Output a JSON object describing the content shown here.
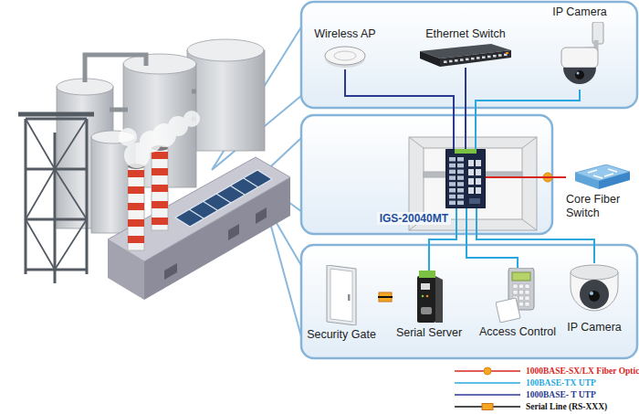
{
  "diagram": {
    "nodes": [
      {
        "text": [
          "Wireless AP"
        ]
      },
      {
        "text": [
          "Ethernet Switch"
        ]
      },
      {
        "text": [
          "IP Camera"
        ]
      },
      {
        "text": [
          "IGS-20040MT"
        ]
      },
      {
        "text": [
          "Core Fiber Switch"
        ]
      },
      {
        "text": [
          "Security Gate"
        ]
      },
      {
        "text": [
          "Serial Server"
        ]
      },
      {
        "text": [
          "Access Control"
        ]
      },
      {
        "text": [
          "IP Camera"
        ]
      }
    ],
    "edges": [
      {
        "from": 0,
        "to": 3,
        "arrow": "none"
      },
      {
        "from": 1,
        "to": 3,
        "arrow": "none"
      },
      {
        "from": 2,
        "to": 3,
        "arrow": "none"
      },
      {
        "from": 3,
        "to": 4,
        "arrow": "none"
      },
      {
        "from": 3,
        "to": 6,
        "arrow": "none"
      },
      {
        "from": 3,
        "to": 7,
        "arrow": "none"
      },
      {
        "from": 3,
        "to": 8,
        "arrow": "none"
      },
      {
        "from": 5,
        "to": 6,
        "arrow": "none"
      }
    ],
    "legend": [
      {
        "text": "1000BASE-SX/LX Fiber Optic"
      },
      {
        "text": "100BASE-TX UTP"
      },
      {
        "text": "1000BASE- T UTP"
      },
      {
        "text": "Serial Line (RS-XXX)"
      }
    ]
  }
}
